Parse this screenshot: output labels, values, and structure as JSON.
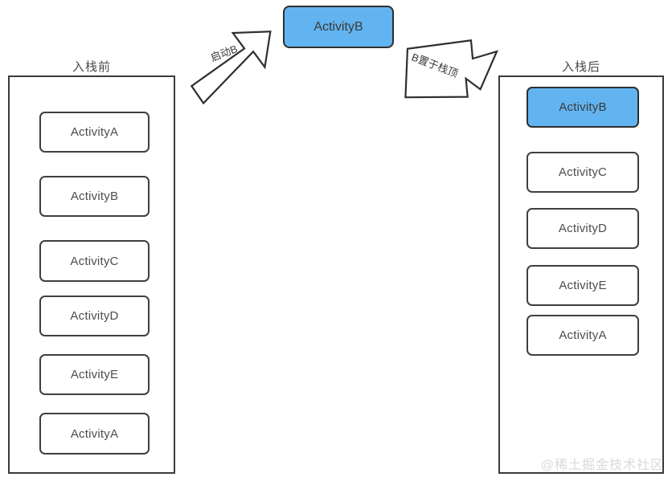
{
  "diagram": {
    "title_left": "入栈前",
    "title_right": "入栈后",
    "floating_activity": "ActivityB",
    "arrow_left_label": "启动B",
    "arrow_right_label": "B置于栈顶",
    "watermark": "@稀土掘金技术社区",
    "colors": {
      "highlight": "#62B4F0",
      "stroke": "#3b3b3b",
      "text": "#4d4d4d",
      "watermark": "#d9d9d9"
    }
  },
  "left_stack": {
    "title": "入栈前",
    "items": [
      {
        "label": "ActivityA",
        "highlight": false
      },
      {
        "label": "ActivityB",
        "highlight": false
      },
      {
        "label": "ActivityC",
        "highlight": false
      },
      {
        "label": "ActivityD",
        "highlight": false
      },
      {
        "label": "ActivityE",
        "highlight": false
      },
      {
        "label": "ActivityA",
        "highlight": false
      }
    ]
  },
  "right_stack": {
    "title": "入栈后",
    "items": [
      {
        "label": "ActivityB",
        "highlight": true
      },
      {
        "label": "ActivityC",
        "highlight": false
      },
      {
        "label": "ActivityD",
        "highlight": false
      },
      {
        "label": "ActivityE",
        "highlight": false
      },
      {
        "label": "ActivityA",
        "highlight": false
      }
    ]
  }
}
